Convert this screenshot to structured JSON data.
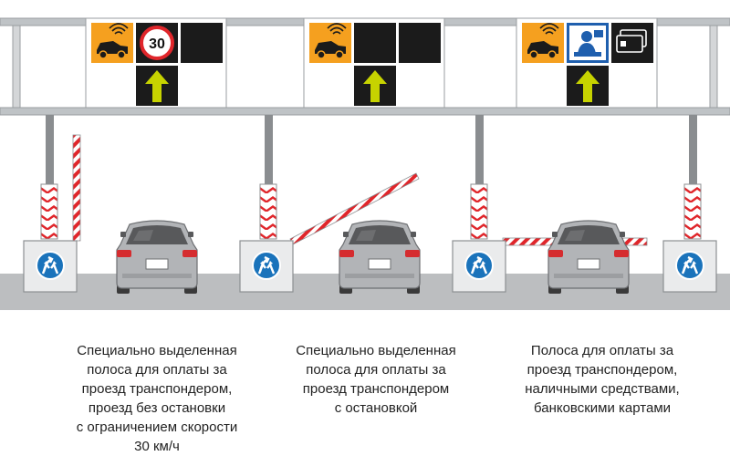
{
  "lanes": [
    {
      "speed_limit": "30",
      "signs": [
        "transponder-car-icon",
        "speed-limit-icon",
        "blank",
        "straight-arrow-icon"
      ],
      "caption_lines": [
        "Специально выделенная",
        "полоса для оплаты за",
        "проезд транспондером,",
        "проезд без остановки",
        "с ограничением скорости",
        "30 км/ч"
      ]
    },
    {
      "signs": [
        "transponder-car-icon",
        "blank",
        "blank",
        "straight-arrow-icon"
      ],
      "caption_lines": [
        "Специально выделенная",
        "полоса для оплаты за",
        "проезд транспондером",
        "с остановкой"
      ]
    },
    {
      "signs": [
        "transponder-car-icon",
        "cashier-icon",
        "bank-card-icon",
        "straight-arrow-icon"
      ],
      "caption_lines": [
        "Полоса для оплаты за",
        "проезд транспондером,",
        "наличными средствами,",
        "банковскими картами"
      ]
    }
  ],
  "colors": {
    "gantry": "#bfc3c6",
    "road": "#bcbec0",
    "sign_orange": "#f5a01f",
    "sign_black": "#1b1b1b",
    "arrow": "#c7d300",
    "barrier_red": "#e0262b",
    "roundabout_blue": "#1a73bb",
    "car": "#b2b4b7",
    "taillight": "#d52c2f"
  }
}
